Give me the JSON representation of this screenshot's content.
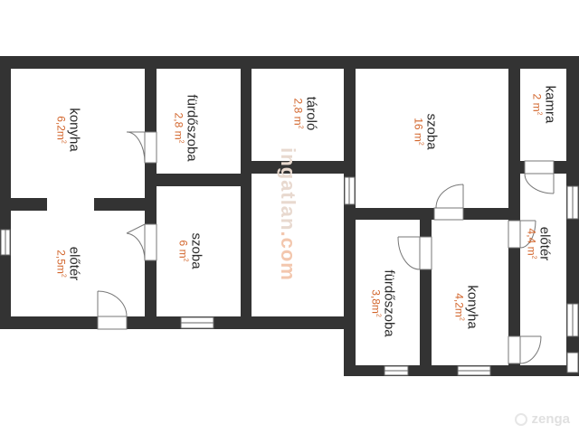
{
  "rooms": {
    "konyha1": {
      "name": "konyha",
      "area": "6,2"
    },
    "furdo1": {
      "name": "fürdőszoba",
      "area": "2,8"
    },
    "elo1": {
      "name": "előtér",
      "area": "2,5"
    },
    "szoba1": {
      "name": "szoba",
      "area": "6"
    },
    "tarolo": {
      "name": "tároló",
      "area": "2,8"
    },
    "szoba2": {
      "name": "szoba",
      "area": "16"
    },
    "kamra": {
      "name": "kamra",
      "area": "2"
    },
    "elo2": {
      "name": "előtér",
      "area": "4,4"
    },
    "furdo2": {
      "name": "fürdőszoba",
      "area": "3,8"
    },
    "konyha2": {
      "name": "konyha",
      "area": "4,2"
    }
  },
  "unit": "m",
  "unit_exp": "2",
  "watermark": {
    "part1": "ingatlan",
    "part2": ".com"
  },
  "brand": "zenga",
  "colors": {
    "wall": "#333333",
    "area_text": "#d2642a",
    "window": "#ffffff"
  }
}
